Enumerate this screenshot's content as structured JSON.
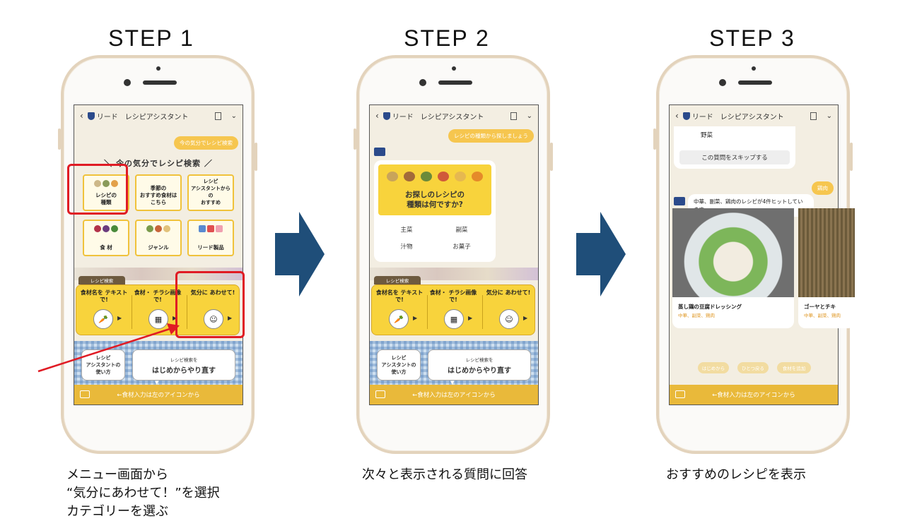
{
  "steps": [
    {
      "title": "STEP 1",
      "caption": "メニュー画面から\n“気分にあわせて！”を選択\nカテゴリーを選ぶ"
    },
    {
      "title": "STEP 2",
      "caption": "次々と表示される質問に回答"
    },
    {
      "title": "STEP 3",
      "caption": "おすすめのレシピを表示"
    }
  ],
  "app": {
    "header_title": "リード　レシピアシスタント",
    "footer_text": "←食材入力は左のアイコンから"
  },
  "step1": {
    "user_bubble": "今の気分でレシピ検索",
    "menu_title": "＼ 今の気分でレシピ検索 ／",
    "tiles": [
      "レシピの\n種類",
      "季節の\nおすすめ食材は\nこちら",
      "レシピ\nアシスタントからの\nおすすめ",
      "食 材",
      "ジャンル",
      "リード製品"
    ],
    "search_tab": "レシピ検索",
    "search_options": [
      "食材名を\nテキストで!",
      "食材・\nチラシ画像で!",
      "気分に\nあわせて!"
    ],
    "help_button": "レシピ\nアシスタントの\n使い方",
    "restart_hint": "レシピ検索を",
    "restart_button": "はじめからやり直す"
  },
  "step2": {
    "user_bubble": "レシピの種類から探しましょう",
    "question": "お探しのレシピの\n種類は何ですか?",
    "options": [
      "主菜",
      "副菜",
      "汁物",
      "お菓子"
    ]
  },
  "step3": {
    "prev_option": "野菜",
    "skip_button": "この質問をスキップする",
    "user_bubble": "鶏肉",
    "bot_message": "中華、副菜、鶏肉のレシピが4件ヒットしています",
    "recipes": [
      {
        "name": "蒸し鶏の豆腐ドレッシング",
        "tags": "中華、副菜、鶏肉"
      },
      {
        "name": "ゴーヤとチキ",
        "tags": "中華、副菜、鶏肉"
      }
    ],
    "chips": [
      "はじめから",
      "ひとつ戻る",
      "食材を追加"
    ]
  }
}
